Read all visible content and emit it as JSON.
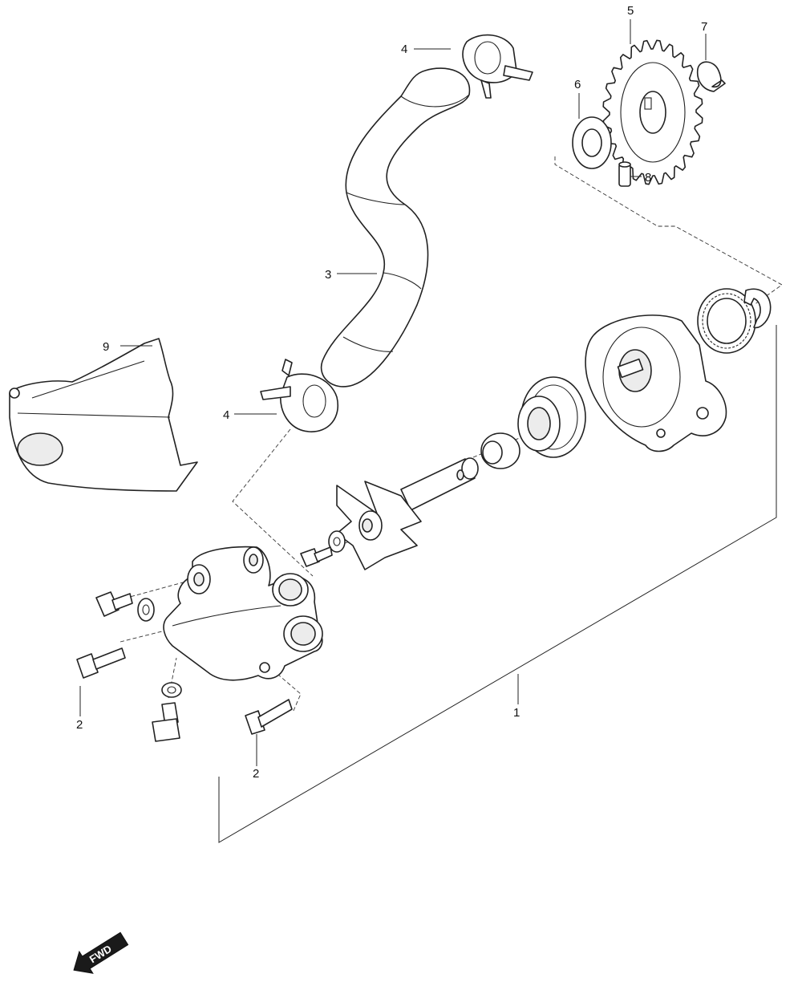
{
  "diagram": {
    "callouts": {
      "p1": "1",
      "p2a": "2",
      "p2b": "2",
      "p3": "3",
      "p4a": "4",
      "p4b": "4",
      "p5": "5",
      "p6": "6",
      "p7": "7",
      "p8": "8",
      "p9": "9"
    },
    "direction_label": "FWD"
  }
}
